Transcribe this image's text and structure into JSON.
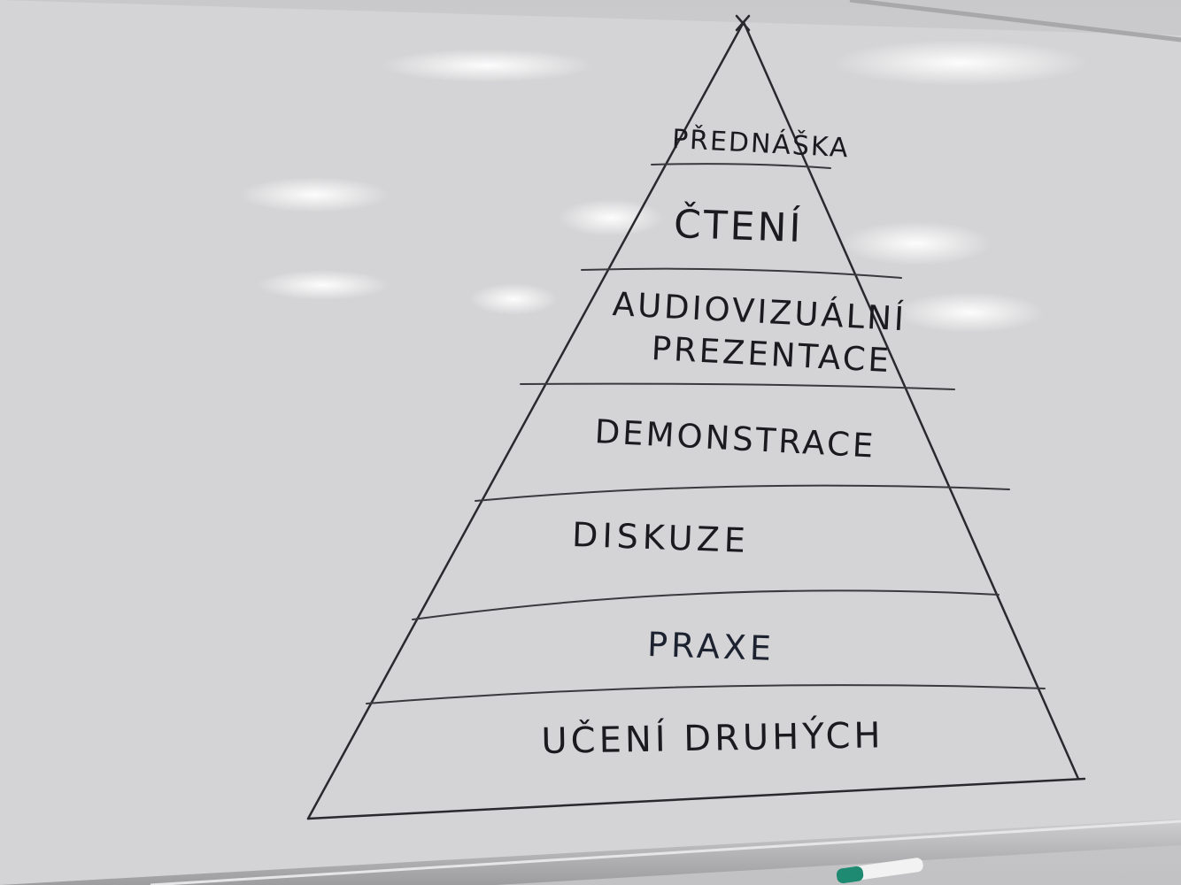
{
  "whiteboard": {
    "pyramid_levels": [
      {
        "label": "PŘEDNÁŠKA"
      },
      {
        "label": "ČTENÍ"
      },
      {
        "label": "AUDIOVIZUÁLNÍ"
      },
      {
        "label": "PREZENTACE"
      },
      {
        "label": "DEMONSTRACE"
      },
      {
        "label": "DISKUZE"
      },
      {
        "label": "PRAXE"
      },
      {
        "label": "UČENÍ DRUHÝCH"
      }
    ]
  },
  "colors": {
    "board": "#d3d3d5",
    "ink": "#1b1b1f",
    "marker_cap": "#1e8a72",
    "tray": "#b9b9bb"
  }
}
